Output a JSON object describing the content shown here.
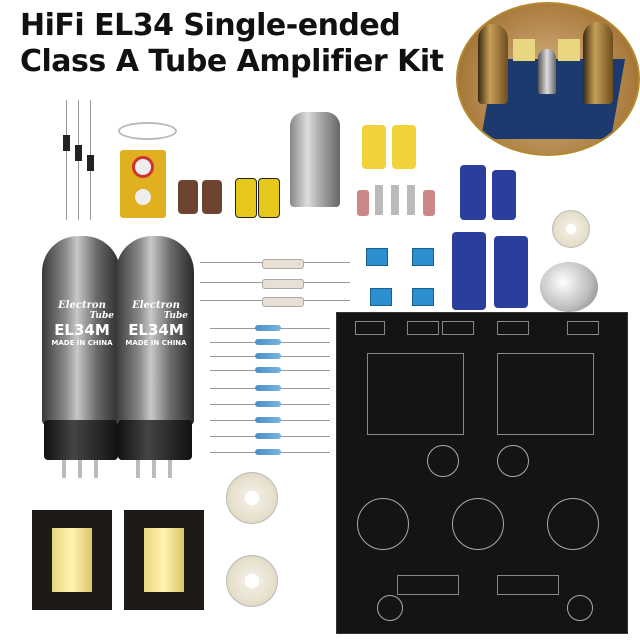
{
  "title": {
    "line1": "HiFi EL34 Single-ended",
    "line2": "Class A Tube Amplifier Kit"
  },
  "tubes": [
    {
      "brand": "Electron",
      "brand2": "Tube",
      "model": "EL34M",
      "origin": "MADE IN CHINA"
    },
    {
      "brand": "Electron",
      "brand2": "Tube",
      "model": "EL34M",
      "origin": "MADE IN CHINA"
    }
  ],
  "colors": {
    "pcb": "#141414",
    "terminal": "#2c8fd0",
    "capacitor_blue": "#2a3f9c",
    "coupling_cap": "#f2d23a",
    "title_text": "#111111"
  }
}
